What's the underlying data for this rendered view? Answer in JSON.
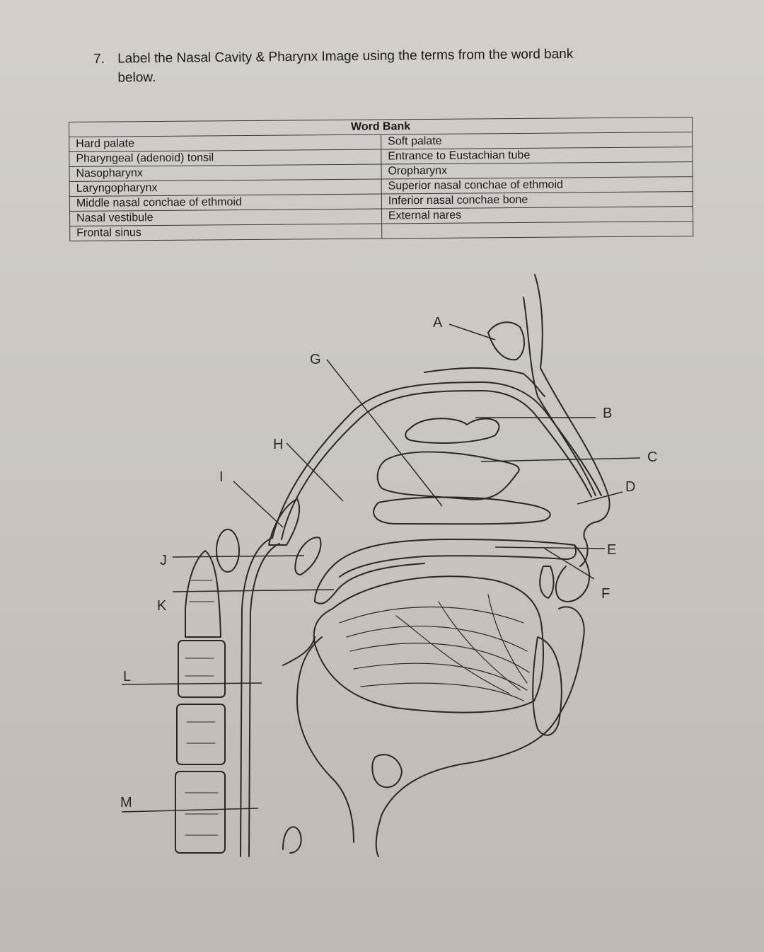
{
  "question": {
    "number": "7.",
    "line1": "Label the Nasal Cavity & Pharynx Image using the terms from the word bank",
    "line2": "below."
  },
  "word_bank": {
    "title": "Word Bank",
    "rows": [
      {
        "left": "Hard palate",
        "right": "Soft palate"
      },
      {
        "left": "Pharyngeal (adenoid) tonsil",
        "right": "Entrance to Eustachian tube"
      },
      {
        "left": "Nasopharynx",
        "right": "Oropharynx"
      },
      {
        "left": "Laryngopharynx",
        "right": "Superior nasal conchae of ethmoid"
      },
      {
        "left": "Middle nasal conchae of ethmoid",
        "right": "Inferior nasal conchae bone"
      },
      {
        "left": "Nasal vestibule",
        "right": "External nares"
      },
      {
        "left": "Frontal sinus",
        "right": ""
      }
    ]
  },
  "diagram": {
    "labels": {
      "A": "A",
      "B": "B",
      "C": "C",
      "D": "D",
      "E": "E",
      "F": "F",
      "G": "G",
      "H": "H",
      "I": "I",
      "J": "J",
      "K": "K",
      "L": "L",
      "M": "M"
    }
  },
  "colors": {
    "paper": "#cfcac6",
    "ink": "#1c1a19"
  }
}
